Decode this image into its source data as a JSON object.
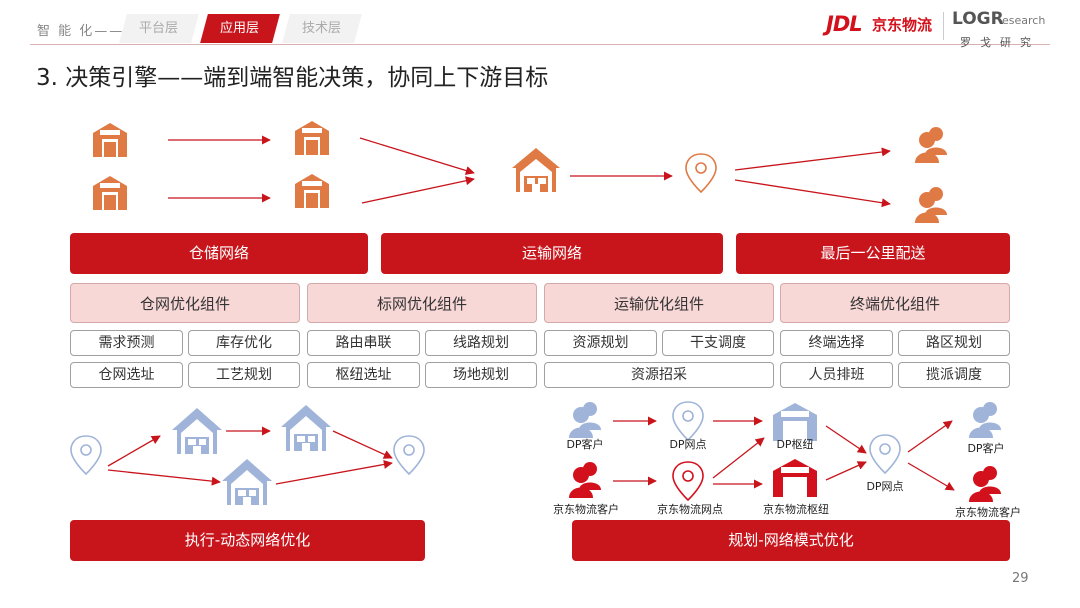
{
  "header": {
    "prefix": "智 能 化——",
    "tabs": [
      {
        "label": "平台层",
        "active": false
      },
      {
        "label": "应用层",
        "active": true
      },
      {
        "label": "技术层",
        "active": false
      }
    ],
    "logo_jdl": "JDL",
    "logo_jdl_cn": "京东物流",
    "logo_logr": "LOGR",
    "logo_research": "esearch",
    "logo_logr_cn": "罗戈研究"
  },
  "title": "3. 决策引擎——端到端智能决策，协同上下游目标",
  "bars": {
    "warehouse": "仓储网络",
    "transport": "运输网络",
    "lastmile": "最后一公里配送"
  },
  "components": [
    "仓网优化组件",
    "标网优化组件",
    "运输优化组件",
    "终端优化组件"
  ],
  "cells": {
    "row1": [
      "需求预测",
      "库存优化",
      "路由串联",
      "线路规划",
      "资源规划",
      "干支调度",
      "终端选择",
      "路区规划"
    ],
    "row2": [
      "仓网选址",
      "工艺规划",
      "枢纽选址",
      "场地规划",
      "资源招采",
      "人员排班",
      "揽派调度"
    ]
  },
  "diagram_labels": {
    "dp_customer_1": "DP客户",
    "dp_node_1": "DP网点",
    "dp_hub": "DP枢纽",
    "dp_node_2": "DP网点",
    "dp_customer_2": "DP客户",
    "jd_customer": "京东物流客户",
    "jd_node": "京东物流网点",
    "jd_hub": "京东物流枢纽",
    "jd_customer_2": "京东物流客户"
  },
  "bottom_bars": {
    "execution": "执行-动态网络优化",
    "planning": "规划-网络模式优化"
  },
  "page_number": "29",
  "colors": {
    "accent_red": "#c8151c",
    "orange_icon": "#e07a45",
    "blue_icon": "#9fb4d8",
    "component_fill": "#f8d7d7"
  }
}
